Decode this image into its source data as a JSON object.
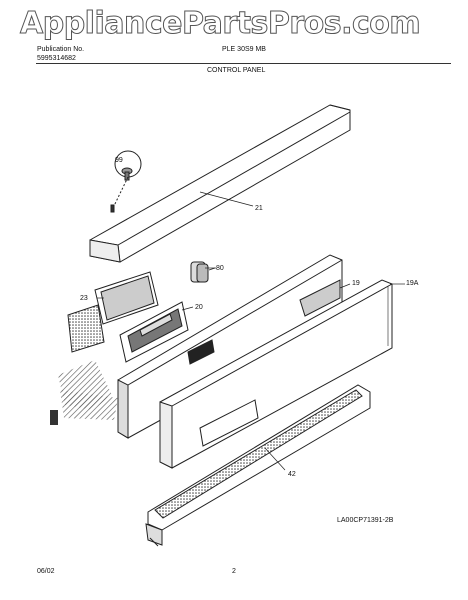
{
  "watermark": "AppliancePartsPros.com",
  "header": {
    "left_line1": "Publication No.",
    "left_line2": "5995314682",
    "model": "PLE 30S9 MB",
    "section_title": "CONTROL PANEL"
  },
  "callouts": {
    "screw": "99",
    "top_trim": "21",
    "knob": "80",
    "panel": "19",
    "panel_front": "19A",
    "bracket": "23",
    "clock": "20",
    "vent": "42"
  },
  "figure_id": "LA00CP71391-2B",
  "footer": {
    "date": "06/02",
    "page": "2"
  }
}
